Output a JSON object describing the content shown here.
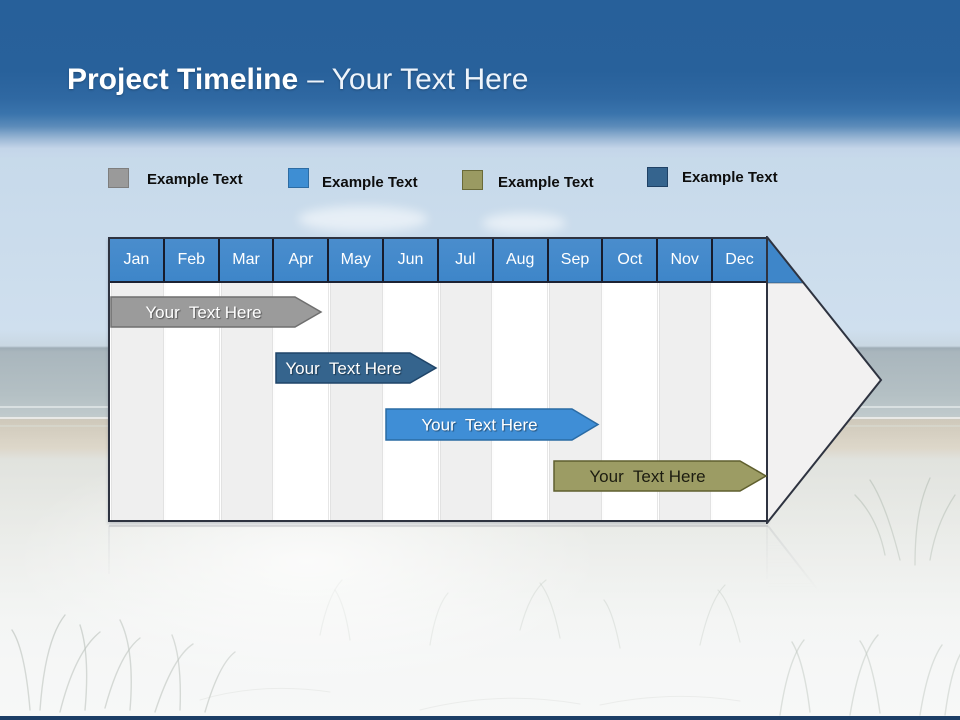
{
  "title": {
    "bold": "Project Timeline",
    "rest": "– Your Text Here"
  },
  "legend": {
    "items": [
      {
        "label": "Example Text",
        "color": "#9a9a9a",
        "border": "#7e7e7e"
      },
      {
        "label": "Example Text",
        "color": "#3e8ed3",
        "border": "#2d6ca3"
      },
      {
        "label": "Example Text",
        "color": "#9a9a62",
        "border": "#6a6a38"
      },
      {
        "label": "Example Text",
        "color": "#35648e",
        "border": "#1f4165"
      }
    ]
  },
  "timeline": {
    "months": [
      "Jan",
      "Feb",
      "Mar",
      "Apr",
      "May",
      "Jun",
      "Jul",
      "Aug",
      "Sep",
      "Oct",
      "Nov",
      "Dec"
    ],
    "header_color": "#3e86c9",
    "bars": [
      {
        "label": "Your  Text Here",
        "fill": "#9b9b9b",
        "stroke": "#6f6f6f",
        "text_color": "light",
        "row": 0,
        "start": 0,
        "end": 3.9,
        "start_month": "Jan",
        "end_month": "Apr",
        "height": 31
      },
      {
        "label": "Your  Text Here",
        "fill": "#35648d",
        "stroke": "#1f4468",
        "text_color": "light",
        "row": 1,
        "start": 3,
        "end": 6,
        "start_month": "Apr",
        "end_month": "Jun",
        "height": 31
      },
      {
        "label": "Your  Text Here",
        "fill": "#3f8ed6",
        "stroke": "#2a6ba4",
        "text_color": "light",
        "row": 2,
        "start": 5,
        "end": 8.95,
        "start_month": "Jun",
        "end_month": "Sep",
        "height": 32
      },
      {
        "label": "Your  Text Here",
        "fill": "#9c9c64",
        "stroke": "#5f5f2e",
        "text_color": "dark",
        "row": 3,
        "start": 8.05,
        "end": 12,
        "start_month": "Sep",
        "end_month": "Dec",
        "height": 31
      }
    ]
  }
}
